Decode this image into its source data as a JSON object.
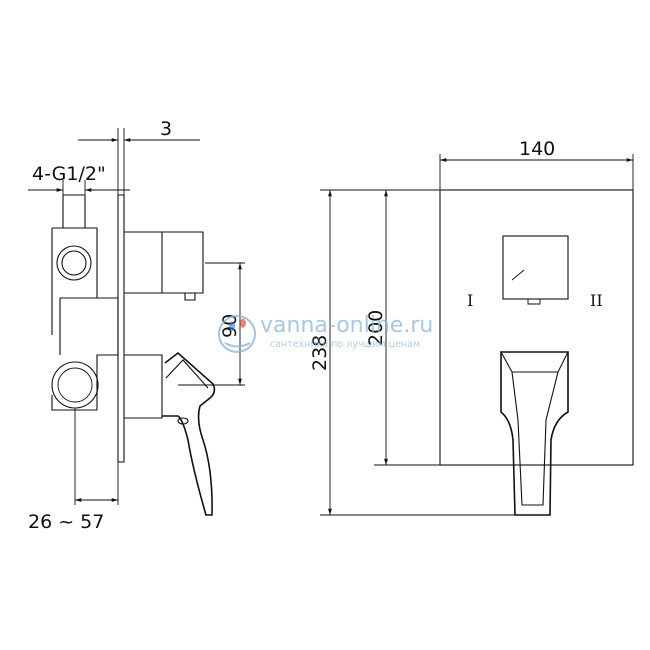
{
  "dimensions": {
    "d3": "3",
    "thread": "4-G1/2\"",
    "d90": "90",
    "range": "26 ~ 57",
    "d238": "238",
    "d200": "200",
    "d140": "140"
  },
  "markings": {
    "position_1": "I",
    "position_2": "II"
  },
  "watermark": {
    "site": "vanna-online.ru",
    "tagline": "сантехника по лучшим ценам"
  },
  "colors": {
    "line": "#111111",
    "watermark": "#8fb4d6",
    "drop_blue": "#2f7fc4",
    "drop_red": "#d9412b"
  }
}
